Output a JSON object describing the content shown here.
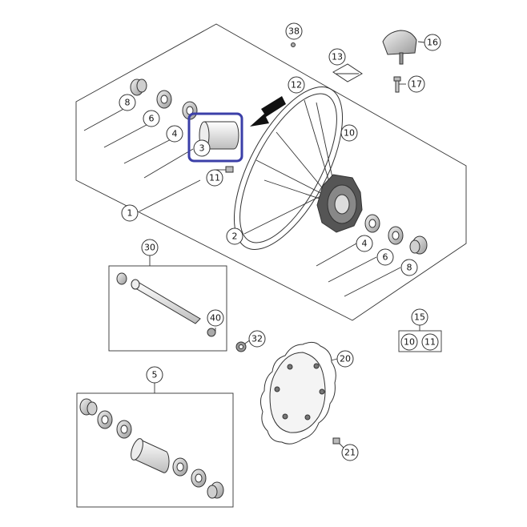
{
  "diagram": {
    "callouts": {
      "c1": "1",
      "c2": "2",
      "c3": "3",
      "c4a": "4",
      "c4b": "4",
      "c5": "5",
      "c6a": "6",
      "c6b": "6",
      "c8a": "8",
      "c8b": "8",
      "c10": "10",
      "c11": "11",
      "c12": "12",
      "c13": "13",
      "c15": "15",
      "c15_10": "10",
      "c15_11": "11",
      "c16": "16",
      "c17": "17",
      "c20": "20",
      "c21": "21",
      "c30": "30",
      "c32": "32",
      "c38": "38",
      "c40": "40"
    },
    "highlight_color": "#3b3fa8",
    "line_color": "#333333"
  }
}
